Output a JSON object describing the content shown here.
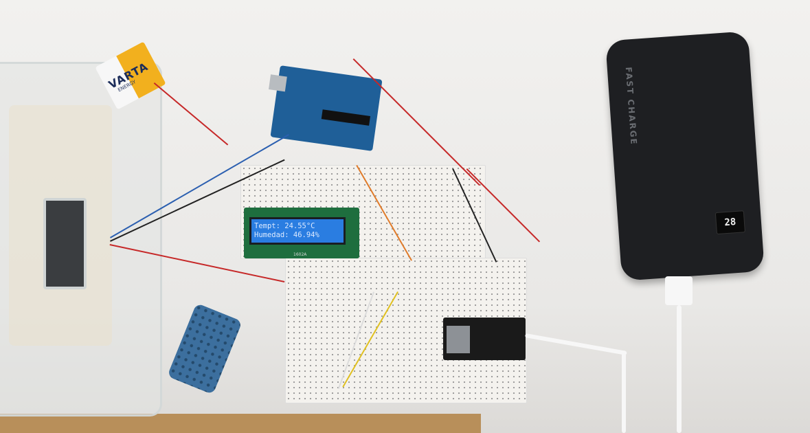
{
  "scene": {
    "description": "Electronics prototype on a white table: Arduino UNO and ESP32 on breadboards with 16x2 LCD, DHT humidity sensor, 9V battery and power bank",
    "colors": {
      "table": "#eceae8",
      "lcd_backlight": "#2a7de1",
      "arduino_pcb": "#1f5f98",
      "dht_sensor": "#3c6f9e",
      "power_bank": "#1e1f22",
      "battery_accent": "#f2b01e"
    }
  },
  "battery": {
    "brand": "VARTA",
    "subtitle": "ENERGY"
  },
  "lcd": {
    "line1": "Tempt: 24.55°C",
    "line2": "Humedad: 46.94%",
    "model_label": "1602A"
  },
  "power_bank": {
    "label": "FAST CHARGE",
    "display_value": "28"
  }
}
